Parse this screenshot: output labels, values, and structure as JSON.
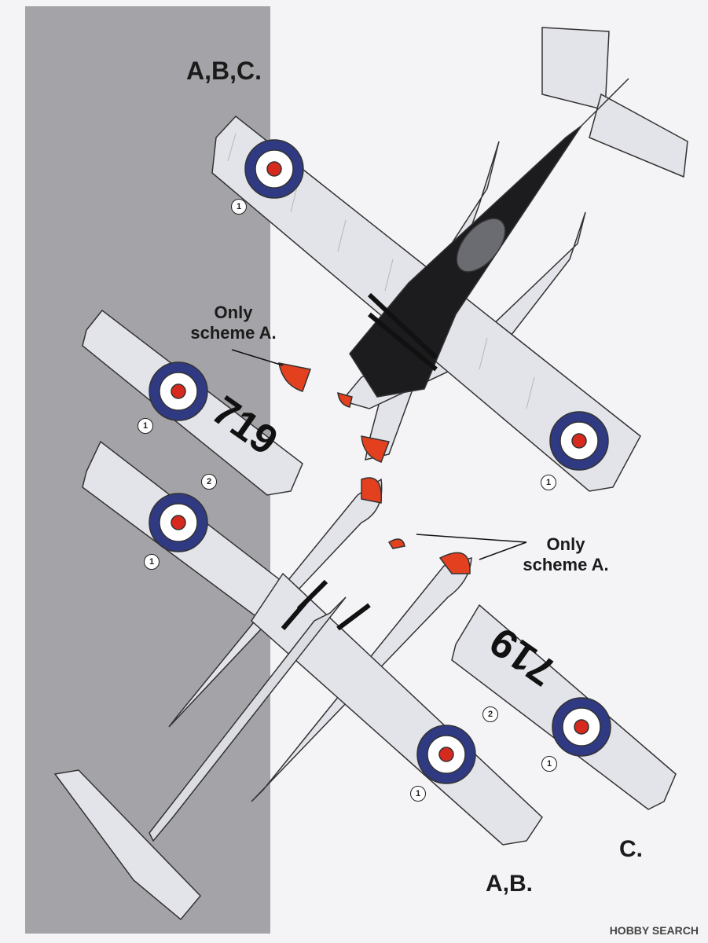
{
  "scheme_labels": {
    "top": "A,B,C.",
    "bottom_ab": "A,B.",
    "bottom_c": "C."
  },
  "callouts": {
    "left_line1": "Only",
    "left_line2": "scheme A.",
    "right_line1": "Only",
    "right_line2": "scheme A."
  },
  "serials": {
    "upper_wing": "719",
    "lower_wing": "719"
  },
  "markers": {
    "one": "1",
    "two": "2"
  },
  "watermark": "HOBBY SEARCH",
  "colors": {
    "roundel_blue": "#2f3a82",
    "roundel_white": "#ffffff",
    "roundel_red": "#d62a1e",
    "float_red": "#e2401f",
    "airframe": "#e3e4ea",
    "dark_fuselage": "#1c1c1e",
    "gray_panel": "#a4a3a7"
  }
}
